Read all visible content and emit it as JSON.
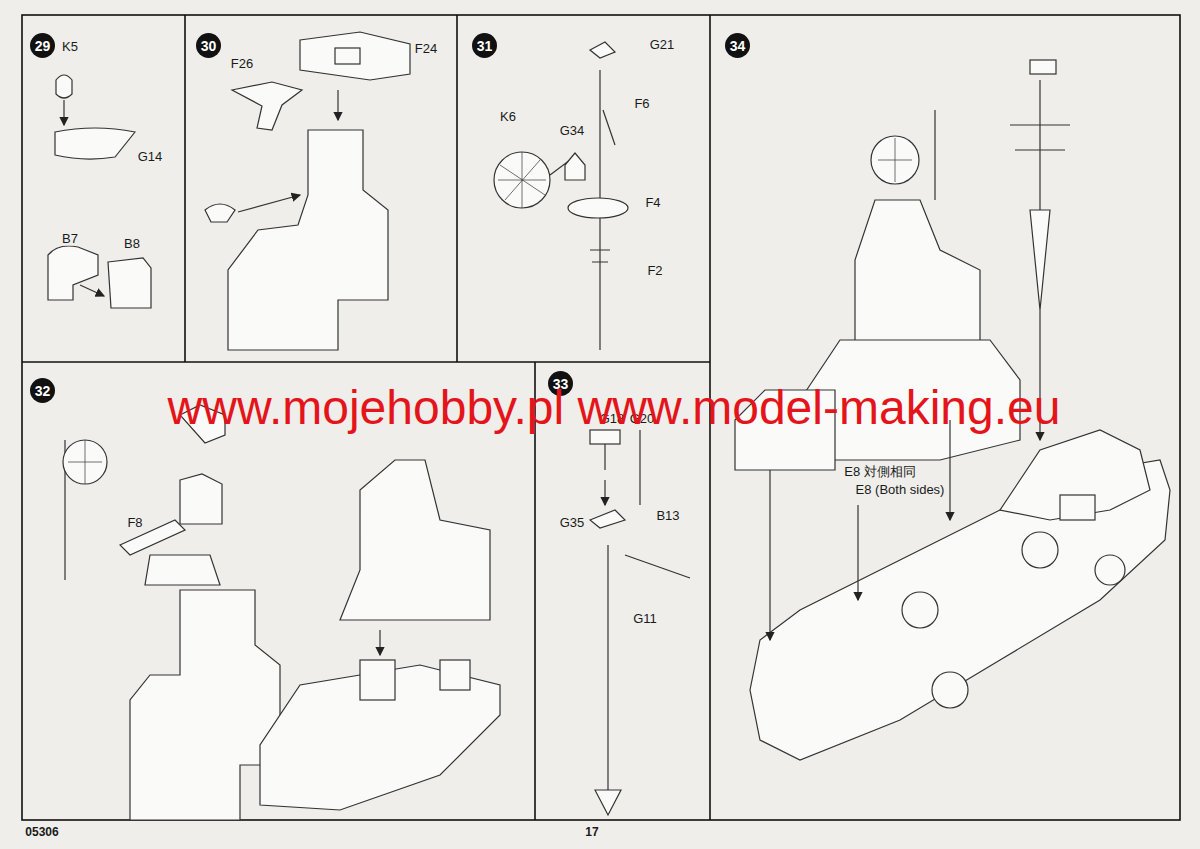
{
  "diagram": {
    "nodes": [
      {
        "text": [
          "29"
        ]
      },
      {
        "text": [
          "30"
        ]
      },
      {
        "text": [
          "31"
        ]
      },
      {
        "text": [
          "34"
        ]
      },
      {
        "text": [
          "32"
        ]
      },
      {
        "text": [
          "33"
        ]
      }
    ],
    "labels": [
      "K5",
      "G14",
      "B7",
      "B8",
      "F26",
      "F24",
      "G21",
      "F6",
      "K6",
      "G34",
      "F4",
      "F2",
      "F8",
      "G18",
      "G20",
      "G35",
      "B13",
      "G11",
      "E8 対側相同",
      "E8 (Both sides)",
      "www.mojehobby.pl www.model-making.eu",
      "05306",
      "17"
    ]
  }
}
